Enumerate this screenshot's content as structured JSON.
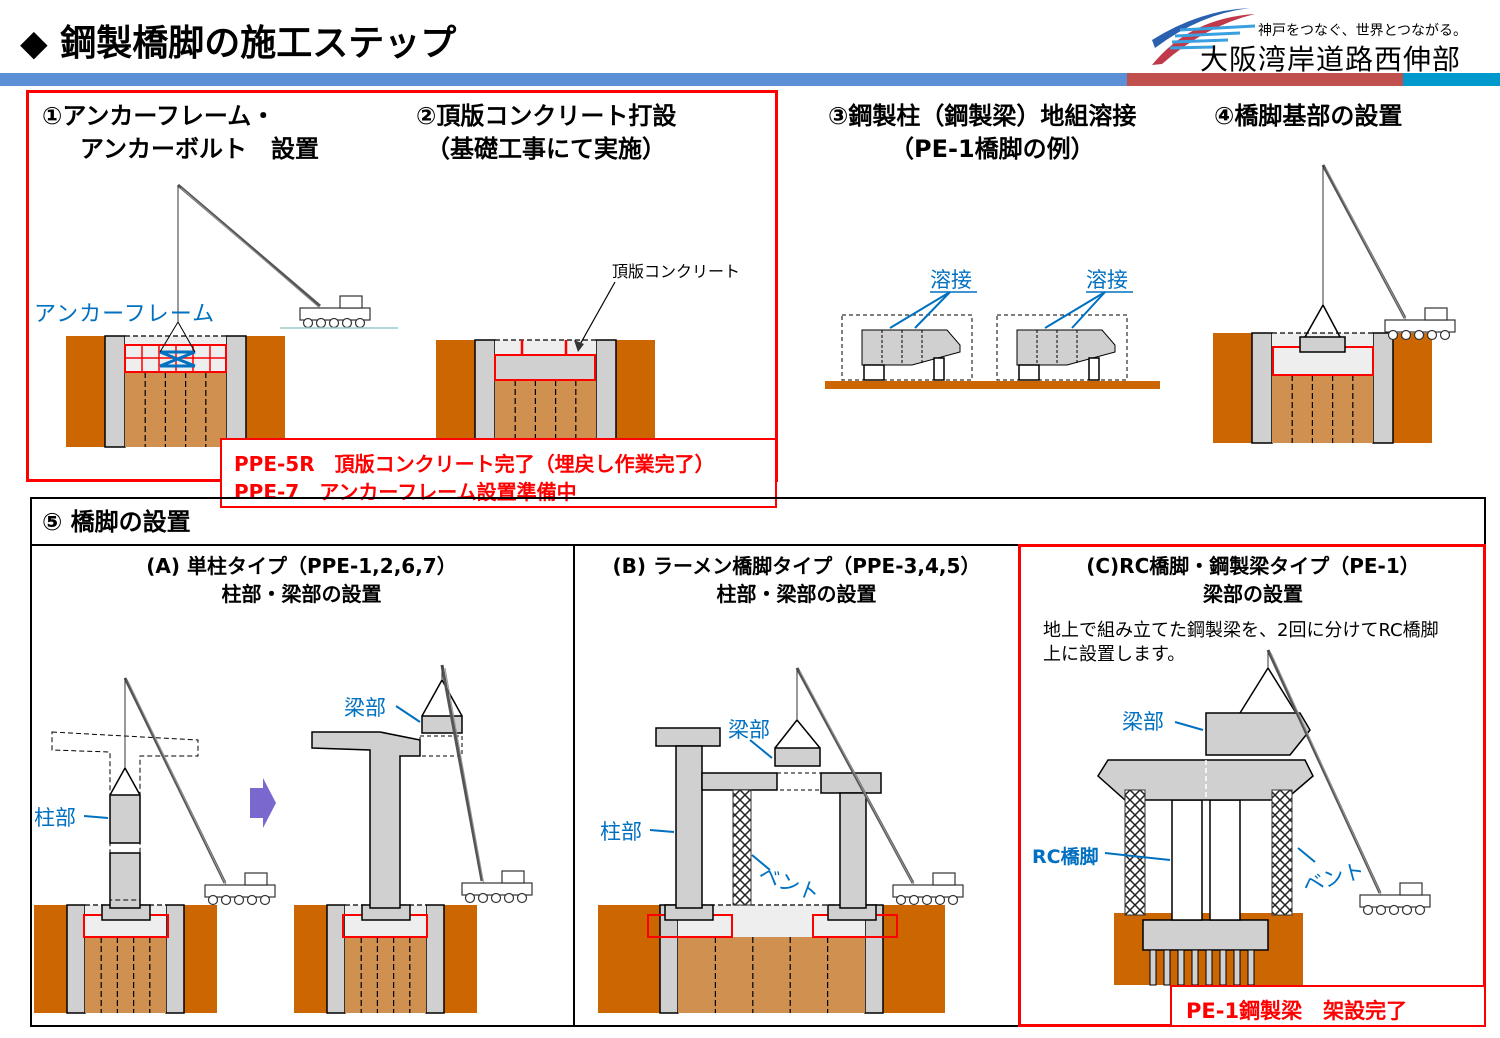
{
  "header": {
    "title": "◆ 鋼製橋脚の施工ステップ",
    "logo_tagline": "神戸をつなぐ、世界とつながる。",
    "logo_name": "大阪湾岸道路西伸部"
  },
  "colors": {
    "accent_red": "#ff0000",
    "label_blue": "#0070c0",
    "soil": "#cc6600",
    "pile": "#d09050",
    "concrete": "#d0d0d0"
  },
  "steps": [
    {
      "title1": "①アンカーフレーム・",
      "title2": "アンカーボルト　設置",
      "label": "アンカーフレーム"
    },
    {
      "title1": "②頂版コンクリート打設",
      "title2": "（基礎工事にて実施）",
      "label": "頂版コンクリート"
    },
    {
      "title1": "③鋼製柱（鋼製梁）地組溶接",
      "title2": "（PE-1橋脚の例）",
      "weld1": "溶接",
      "weld2": "溶接"
    },
    {
      "title1": "④橋脚基部の設置"
    }
  ],
  "status_top": {
    "line1": "PPE-5R　頂版コンクリート完了（埋戻し作業完了）",
    "line2": "PPE-7　アンカーフレーム設置準備中"
  },
  "step5": {
    "title": "⑤ 橋脚の設置",
    "columns": [
      {
        "title1": "(A) 単柱タイプ（PPE-1,2,6,7）",
        "title2": "柱部・梁部の設置",
        "col_label": "柱部",
        "beam_label": "梁部"
      },
      {
        "title1": "(B) ラーメン橋脚タイプ（PPE-3,4,5）",
        "title2": "柱部・梁部の設置",
        "col_label": "柱部",
        "beam_label": "梁部",
        "bent_label": "ベント"
      },
      {
        "title1": "(C)RC橋脚・鋼製梁タイプ（PE-1）",
        "title2": "梁部の設置",
        "desc1": "地上で組み立てた鋼製梁を、2回に分けてRC橋脚",
        "desc2": "上に設置します。",
        "beam_label": "梁部",
        "rc_label": "RC橋脚",
        "bent_label": "ベント"
      }
    ]
  },
  "status_bottom": "PE-1鋼製梁　架設完了"
}
